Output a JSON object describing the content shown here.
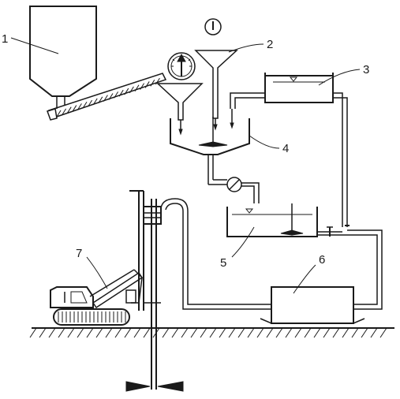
{
  "labels": {
    "l1": "1",
    "l2": "2",
    "l3": "3",
    "l4": "4",
    "l5": "5",
    "l6": "6",
    "l7": "7"
  },
  "colors": {
    "ink": "#1a1a1a",
    "background": "#ffffff"
  },
  "icons": {
    "gauge": "pressure-gauge-icon",
    "dial": "dial-gauge-icon",
    "flowmeter": "flowmeter-icon"
  }
}
